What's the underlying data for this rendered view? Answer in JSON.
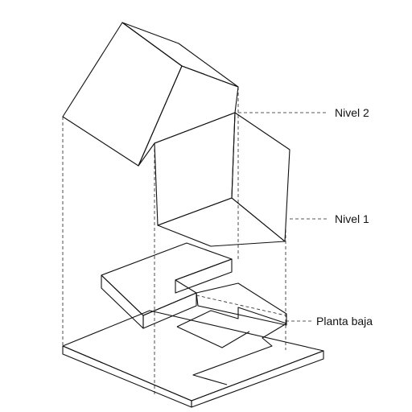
{
  "labels": {
    "level2": "Nivel 2",
    "level1": "Nivel 1",
    "ground": "Planta baja"
  },
  "colors": {
    "ink": "#111111",
    "background": "#ffffff"
  }
}
